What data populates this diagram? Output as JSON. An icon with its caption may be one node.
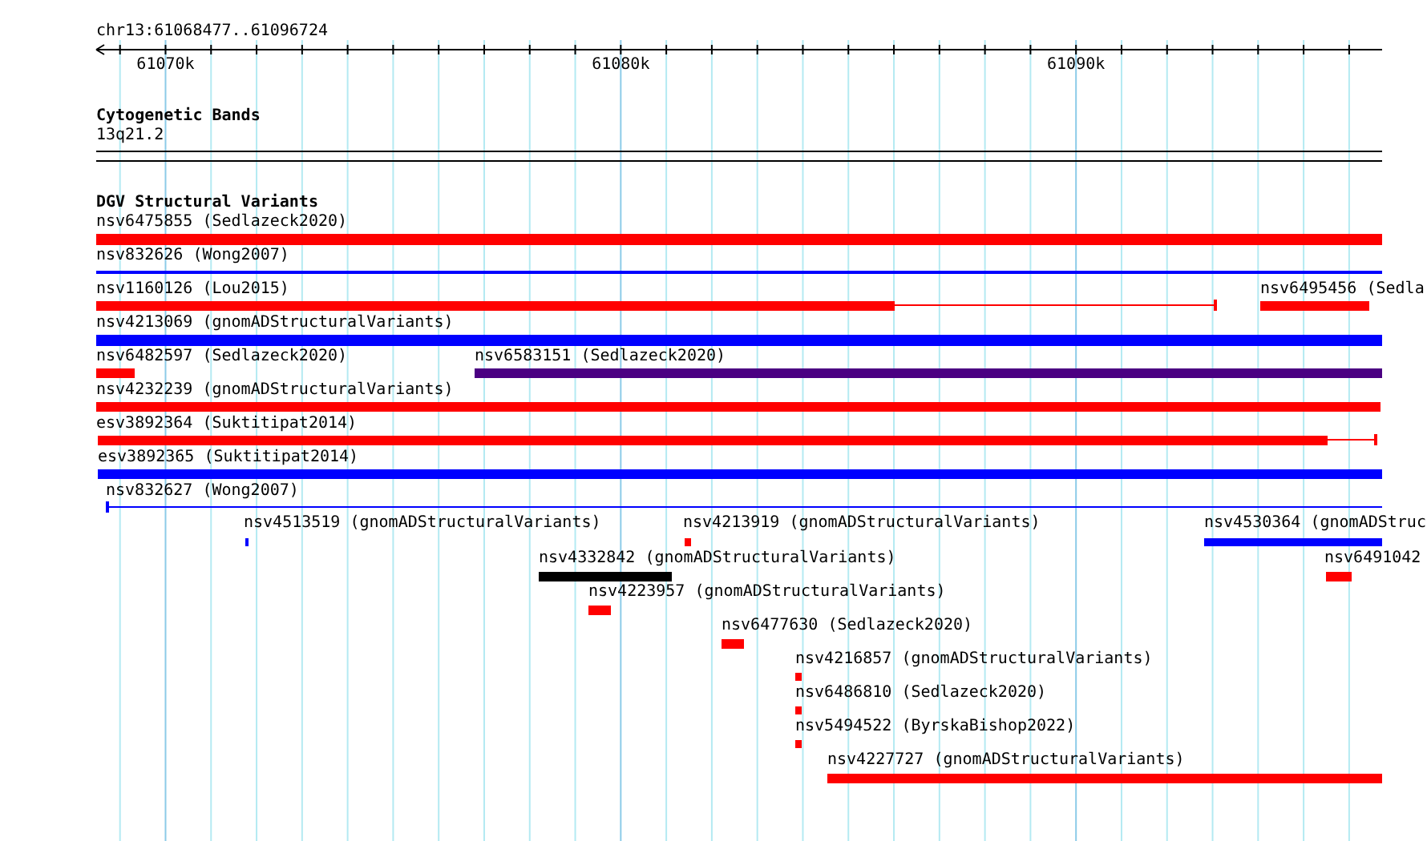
{
  "diagram": {
    "title": "chr13:61068477..61096724",
    "nodes": [
      {
        "text": [
          "13q21.2"
        ]
      },
      {
        "text": [
          "nsv6475855 (Sedlazeck2020)"
        ]
      },
      {
        "text": [
          "nsv832626 (Wong2007)"
        ]
      },
      {
        "text": [
          "nsv1160126 (Lou2015)"
        ]
      },
      {
        "text": [
          "nsv6495456 (Sedla"
        ]
      },
      {
        "text": [
          "nsv4213069 (gnomADStructuralVariants)"
        ]
      },
      {
        "text": [
          "nsv6482597 (Sedlazeck2020)"
        ]
      },
      {
        "text": [
          "nsv6583151 (Sedlazeck2020)"
        ]
      },
      {
        "text": [
          "nsv4232239 (gnomADStructuralVariants)"
        ]
      },
      {
        "text": [
          "esv3892364 (Suktitipat2014)"
        ]
      },
      {
        "text": [
          "esv3892365 (Suktitipat2014)"
        ]
      },
      {
        "text": [
          "nsv832627 (Wong2007)"
        ]
      },
      {
        "text": [
          "nsv4513519 (gnomADStructuralVariants)"
        ]
      },
      {
        "text": [
          "nsv4213919 (gnomADStructuralVariants)"
        ]
      },
      {
        "text": [
          "nsv4530364 (gnomADStruc"
        ]
      },
      {
        "text": [
          "nsv4332842 (gnomADStructuralVariants)"
        ]
      },
      {
        "text": [
          "nsv6491042"
        ]
      },
      {
        "text": [
          "nsv4223957 (gnomADStructuralVariants)"
        ]
      },
      {
        "text": [
          "nsv6477630 (Sedlazeck2020)"
        ]
      },
      {
        "text": [
          "nsv4216857 (gnomADStructuralVariants)"
        ]
      },
      {
        "text": [
          "nsv6486810 (Sedlazeck2020)"
        ]
      },
      {
        "text": [
          "nsv5494522 (ByrskaBishop2022)"
        ]
      },
      {
        "text": [
          "nsv4227727 (gnomADStructuralVariants)"
        ]
      }
    ],
    "edges": [],
    "labels": [
      "61070k",
      "61080k",
      "61090k",
      "Cytogenetic Bands",
      "DGV Structural Variants"
    ]
  }
}
